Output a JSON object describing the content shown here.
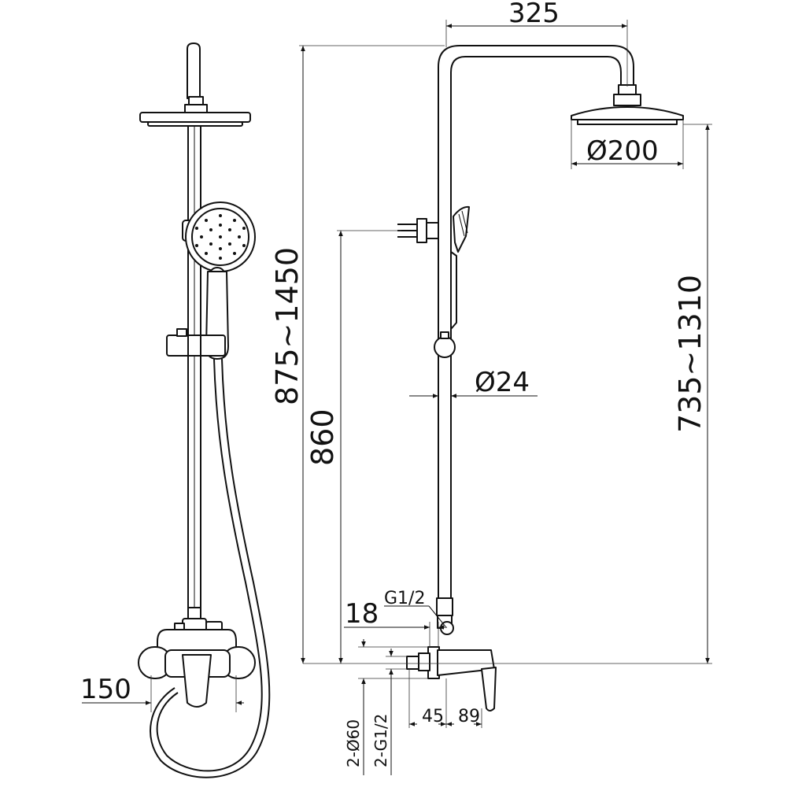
{
  "dimensions": {
    "arm_reach": "325",
    "head_diameter": "Ø200",
    "total_height": "875~1450",
    "pipe_diameter": "Ø24",
    "bracket_height": "860",
    "head_height": "735~1310",
    "inlet_thread": "G1/2",
    "inlet_offset": "18",
    "valve_width": "150",
    "wall_depth_a": "45",
    "wall_depth_b": "89",
    "flange_diameter": "2-Ø60",
    "outlet_thread": "2-G1/2"
  }
}
